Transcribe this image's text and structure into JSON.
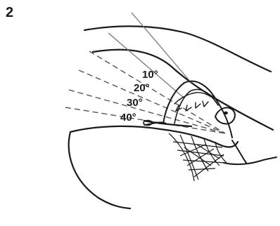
{
  "figure": {
    "number": "2"
  },
  "angles": [
    {
      "label": "10°",
      "degrees": 10
    },
    {
      "label": "20°",
      "degrees": 20
    },
    {
      "label": "30°",
      "degrees": 30
    },
    {
      "label": "40°",
      "degrees": 40
    }
  ],
  "colors": {
    "ink": "#1a1a1a",
    "guide": "#777777",
    "dash": "#555555"
  }
}
